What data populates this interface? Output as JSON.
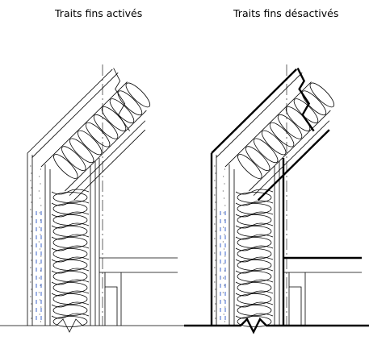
{
  "captions": {
    "thin_on": "Traits fins activés",
    "thin_off": "Traits fins désactivés"
  },
  "line_weights": {
    "thin_on": "thin",
    "thin_off": "thick"
  },
  "colors": {
    "line": "#000000",
    "hidden_line": "#2a56c6",
    "background": "#ffffff"
  }
}
